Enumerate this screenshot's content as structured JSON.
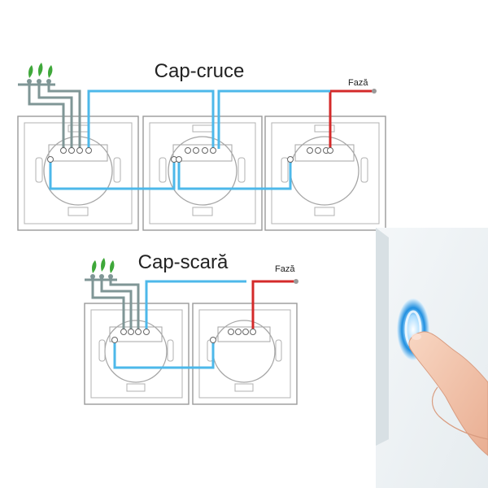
{
  "diagram": {
    "top": {
      "title": "Cap-cruce",
      "phase_label": "Fază",
      "switch_count": 3
    },
    "bottom": {
      "title": "Cap-scară",
      "phase_label": "Fază",
      "switch_count": 2
    },
    "colors": {
      "traveler_wire": "#4db8ea",
      "neutral_wire": "#7f9696",
      "phase_wire": "#d42a2a",
      "plate_outline": "#9a9a9a",
      "bulb_leaf": "#3fa83a",
      "touch_glow": "#1f8fe0"
    }
  }
}
